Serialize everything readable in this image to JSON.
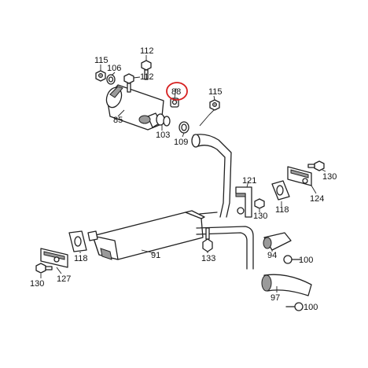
{
  "highlight": {
    "part": "88",
    "color": "#d61f1f"
  },
  "labels": {
    "p115_top_left": "115",
    "p106": "106",
    "p112_top": "112",
    "p112_mid": "112",
    "p88": "88",
    "p115_right": "115",
    "p85": "85",
    "p103": "103",
    "p109": "109",
    "p121": "121",
    "p130_mid": "130",
    "p130_top_right": "130",
    "p118_right": "118",
    "p124": "124",
    "p91": "91",
    "p133": "133",
    "p94": "94",
    "p100_upper": "100",
    "p118_left": "118",
    "p127": "127",
    "p130_left": "130",
    "p97": "97",
    "p100_lower": "100"
  }
}
